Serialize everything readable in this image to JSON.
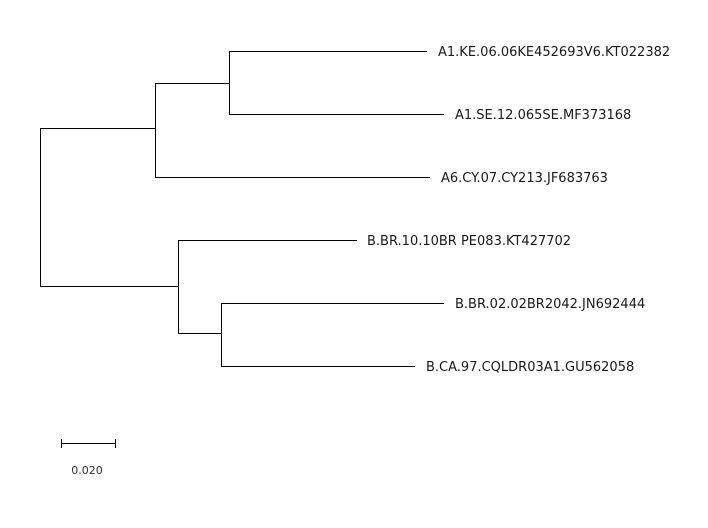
{
  "leaves": [
    "A1.KE.06.06KE452693V6.KT022382",
    "A1.SE.12.065SE.MF373168",
    "A6.CY.07.CY213.JF683763",
    "B.BR.10.10BR PE083.KT427702",
    "B.BR.02.02BR2042.JN692444",
    "B.CA.97.CQLDR03A1.GU562058"
  ],
  "scale_bar": {
    "label": "0.020"
  },
  "colors": {
    "line": "#000000",
    "text": "#1a1a1a"
  }
}
